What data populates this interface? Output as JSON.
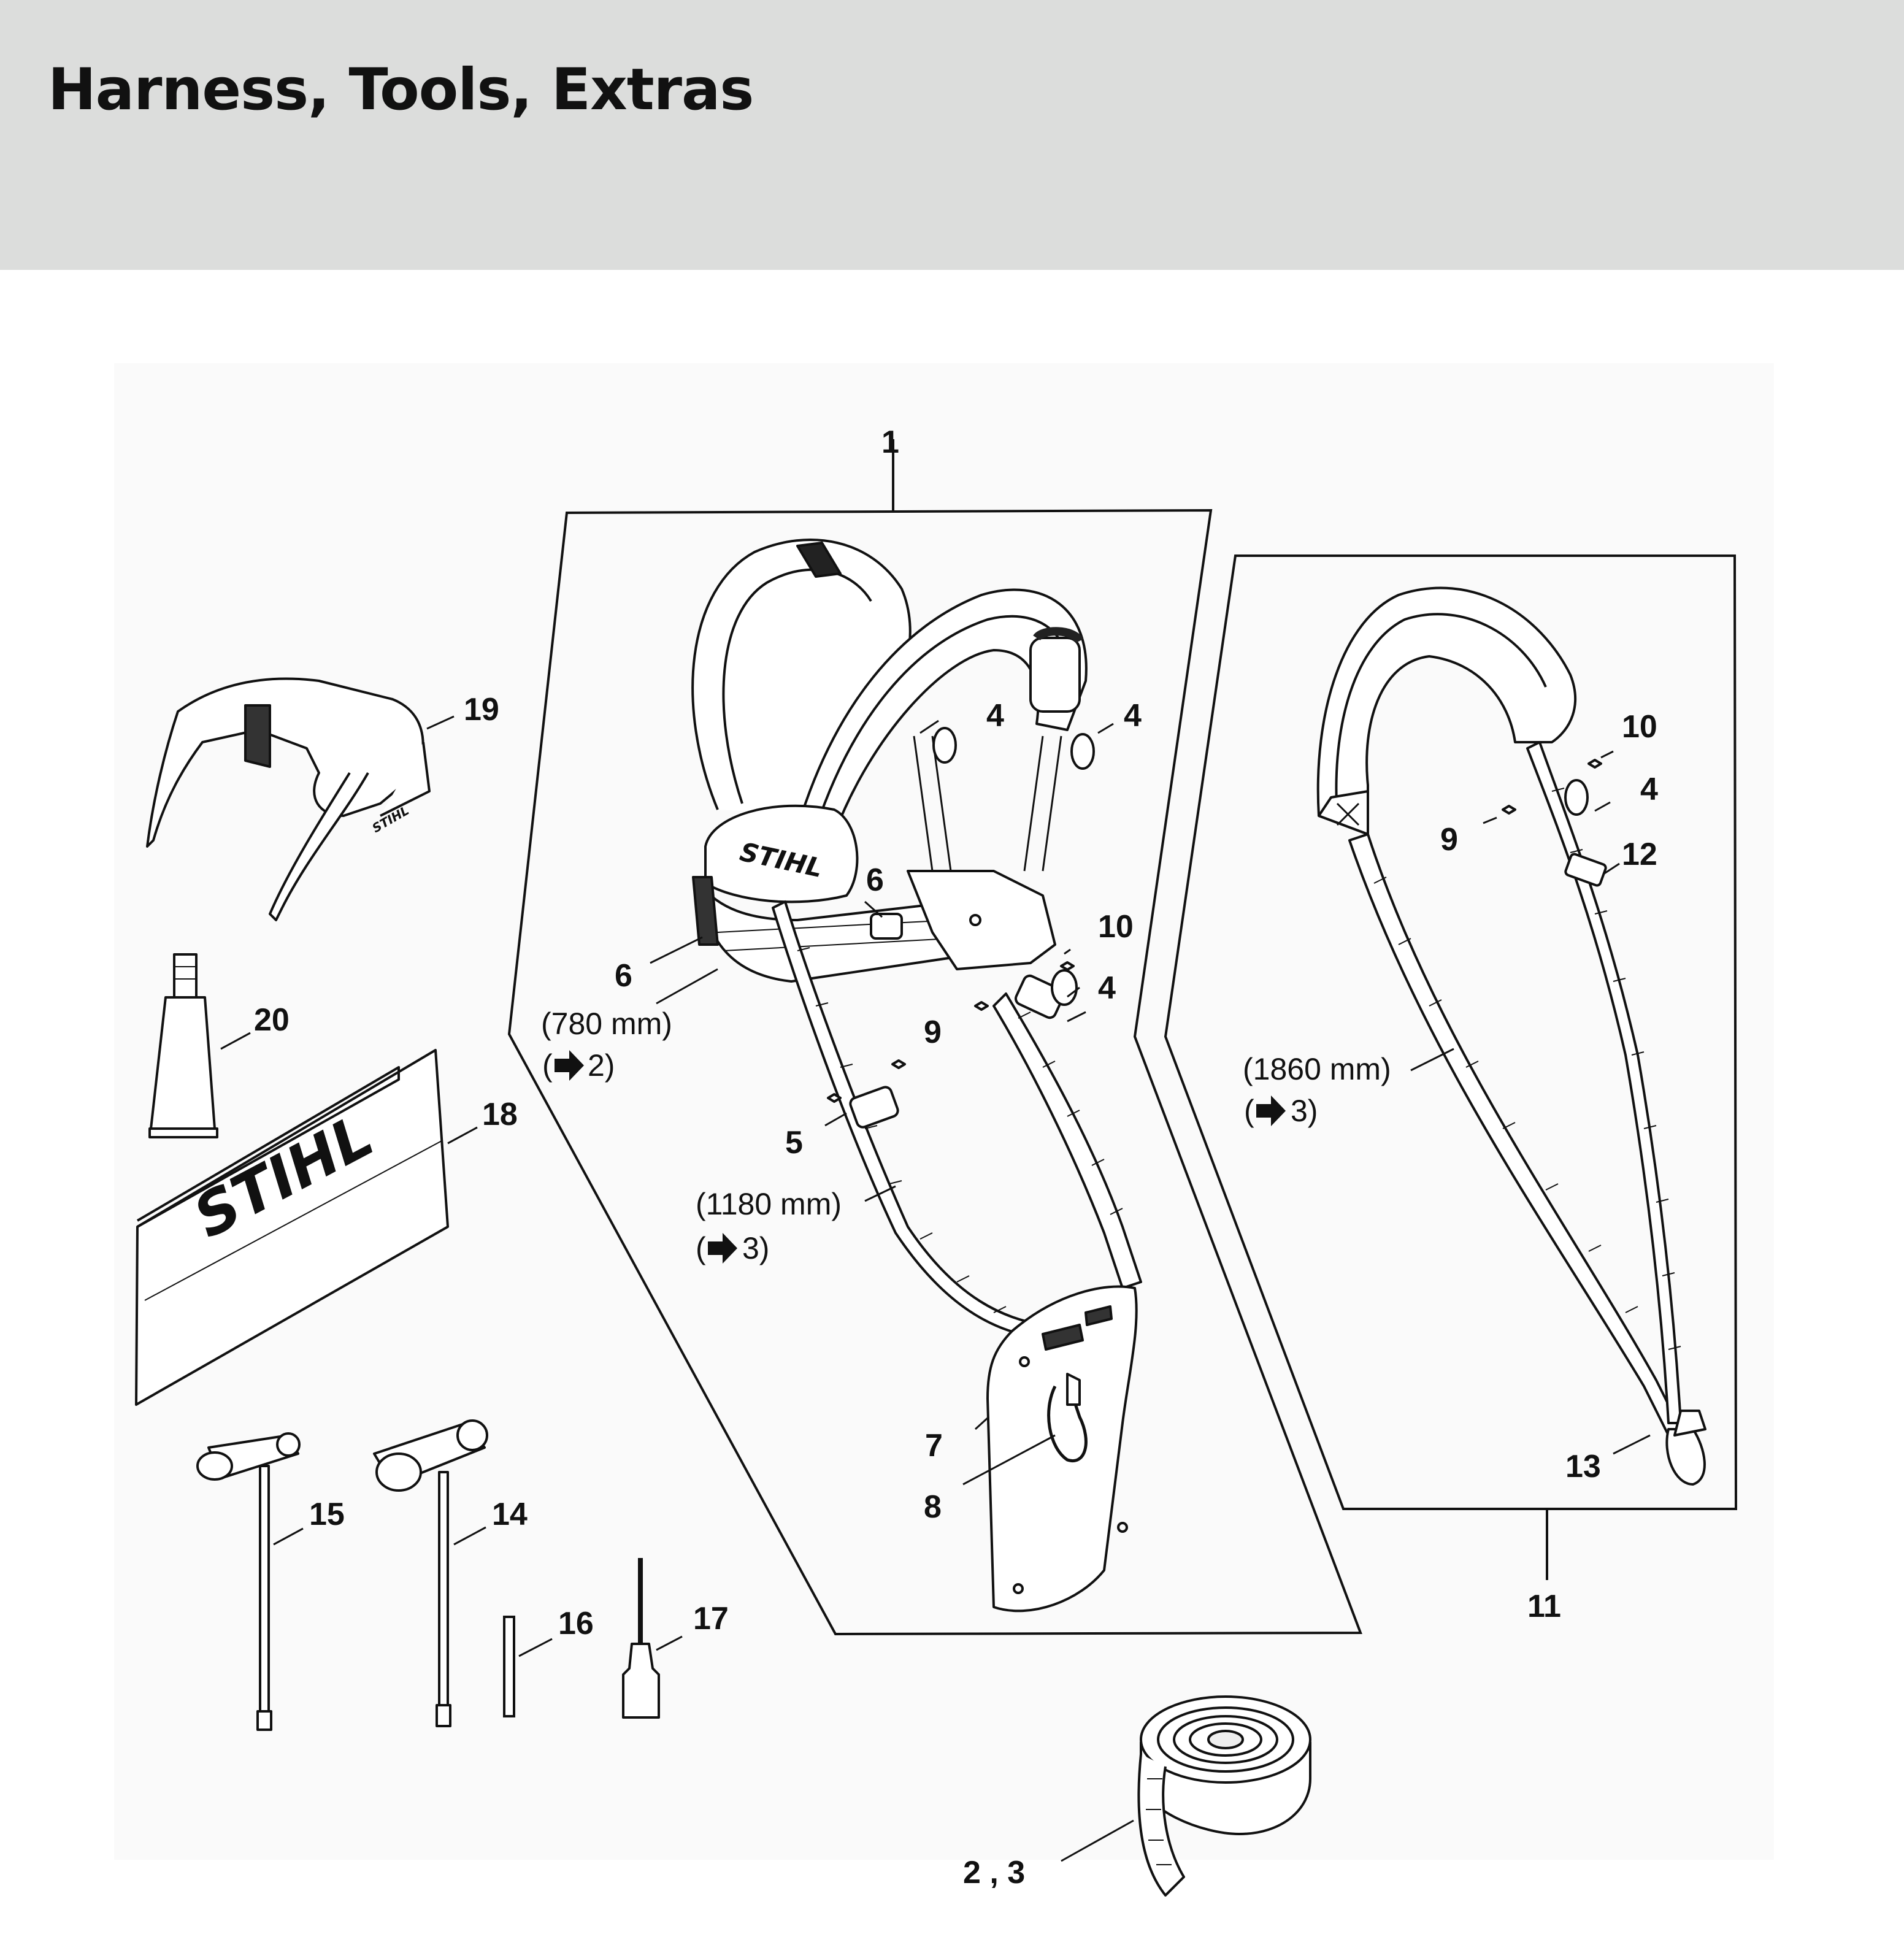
{
  "header": {
    "title": "Harness, Tools, Extras"
  },
  "callouts": {
    "c1": "1",
    "c2_3": "2 , 3",
    "c4a": "4",
    "c4b": "4",
    "c4c": "4",
    "c4d": "4",
    "c5": "5",
    "c6a": "6",
    "c6b": "6",
    "c7": "7",
    "c8": "8",
    "c9a": "9",
    "c9b": "9",
    "c10a": "10",
    "c10b": "10",
    "c11": "11",
    "c12": "12",
    "c13": "13",
    "c14": "14",
    "c15": "15",
    "c16": "16",
    "c17": "17",
    "c18": "18",
    "c19": "19",
    "c20": "20"
  },
  "notes": {
    "strap_780": {
      "length": "(780 mm)",
      "ref": "2)"
    },
    "strap_1180": {
      "length": "(1180 mm)",
      "ref": "3)"
    },
    "strap_1860": {
      "length": "(1860 mm)",
      "ref": "3)"
    }
  },
  "branding": {
    "logo": "STIHL"
  },
  "colors": {
    "header_bg": "#dcdddc",
    "ink": "#111111"
  }
}
